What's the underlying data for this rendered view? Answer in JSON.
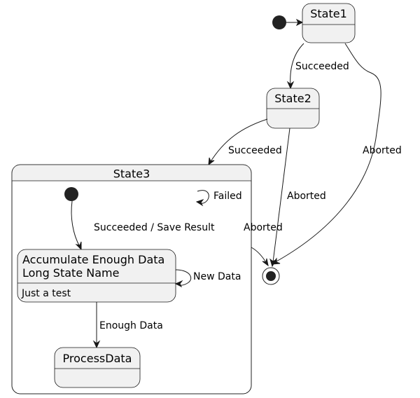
{
  "states": {
    "state1": {
      "name": "State1"
    },
    "state2": {
      "name": "State2"
    },
    "state3": {
      "name": "State3"
    },
    "accumulate": {
      "name_line1": "Accumulate Enough Data",
      "name_line2": "Long State Name",
      "description": "Just a test"
    },
    "process": {
      "name": "ProcessData"
    }
  },
  "transitions": {
    "state1_to_state2": "Succeeded",
    "state1_to_end": "Aborted",
    "state2_to_state3": "Succeeded",
    "state2_to_end": "Aborted",
    "state3_to_end": "Aborted",
    "state3_self": "Failed",
    "inner_start_to_accumulate": "Succeeded / Save Result",
    "accumulate_self": "New Data",
    "accumulate_to_process": "Enough Data"
  },
  "colors": {
    "state_fill": "#f1f1f1",
    "stroke": "#181818",
    "pseudo_state": "#222222"
  }
}
